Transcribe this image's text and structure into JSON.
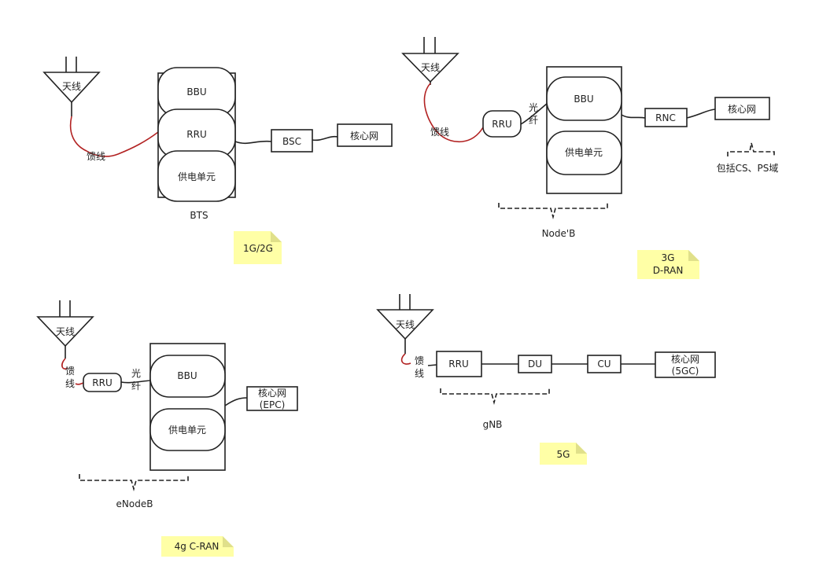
{
  "labels": {
    "antenna": "天线",
    "feeder": "馈线",
    "feeder_char1": "馈",
    "feeder_char2": "线",
    "fiber_char1": "光",
    "fiber_char2": "纤",
    "bbu": "BBU",
    "rru": "RRU",
    "power": "供电单元",
    "bsc": "BSC",
    "rnc": "RNC",
    "core": "核心网",
    "core_epc_line1": "核心网",
    "core_epc_line2": "(EPC)",
    "core_5gc_line1": "核心网",
    "core_5gc_line2": "(5GC)",
    "du": "DU",
    "cu": "CU",
    "bts": "BTS",
    "nodeb": "Node'B",
    "enodeb": "eNodeB",
    "gnb": "gNB",
    "cs_ps": "包括CS、PS域"
  },
  "notes": {
    "g2": "1G/2G",
    "g3_line1": "3G",
    "g3_line2": "D-RAN",
    "g4": "4g  C-RAN",
    "g5": "5G"
  },
  "colors": {
    "line": "#222222",
    "feeder": "#b22222",
    "note_fill": "#ffffa6",
    "note_fold": "#e0e08a"
  }
}
